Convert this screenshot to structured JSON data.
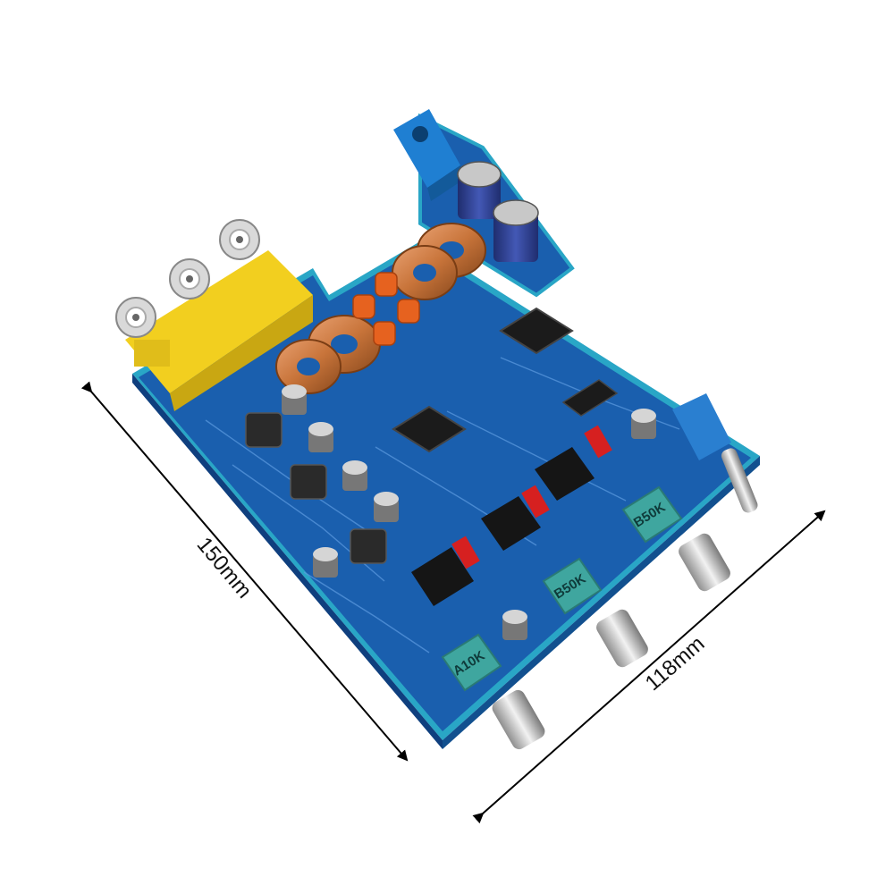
{
  "image": {
    "subject": "Stereo audio amplifier circuit board with bass and treble tone controls",
    "colors": {
      "background": "#ffffff",
      "pcb": "#1a5fae",
      "pcb_dark": "#0f3f7e",
      "pcb_edge": "#29a6c6",
      "rca_jack": "#f2cf1f",
      "power_jack": "#1f7fd2",
      "inductor_copper": "#c8743a",
      "pot_body": "#3fa69f",
      "ic_black": "#1b1b1b",
      "electrolytic_cap": "#2b3c8f",
      "film_cap": "#e6621f",
      "red_cap": "#d62020",
      "dimension_line": "#000000"
    }
  },
  "dimensions": {
    "length": "150mm",
    "width": "118mm"
  },
  "potentiometers": [
    {
      "label": "A10K"
    },
    {
      "label": "B50K"
    },
    {
      "label": "B50K"
    }
  ]
}
